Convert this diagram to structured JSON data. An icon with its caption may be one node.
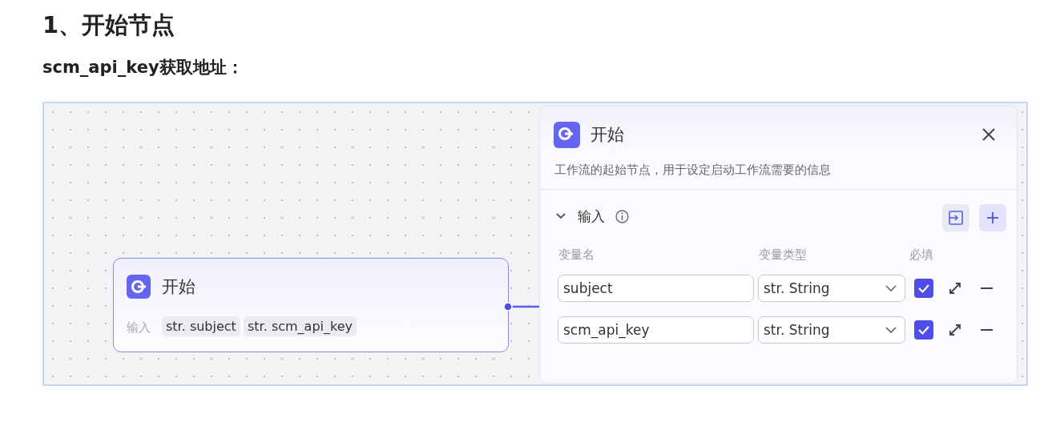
{
  "diagram": {
    "title": "1、开始节点",
    "nodes": [
      {
        "text": [
          "开始",
          "输入"
        ]
      },
      {
        "text": [
          "str.",
          "subject"
        ],
        "in": 0
      },
      {
        "text": [
          "str.",
          "scm_api_key"
        ],
        "in": 0
      },
      {
        "text": [
          "开始",
          "工作流的起始节点，用于设定启动工作流需要的信息",
          "输入"
        ]
      }
    ],
    "edges": [
      {
        "from": 0,
        "to": 3,
        "arrow": "other"
      }
    ],
    "labels": [
      "scm_api_key获取地址：",
      "变量名",
      "变量类型",
      "必填",
      "subject",
      "str. String",
      "scm_api_key",
      "str. String"
    ]
  }
}
